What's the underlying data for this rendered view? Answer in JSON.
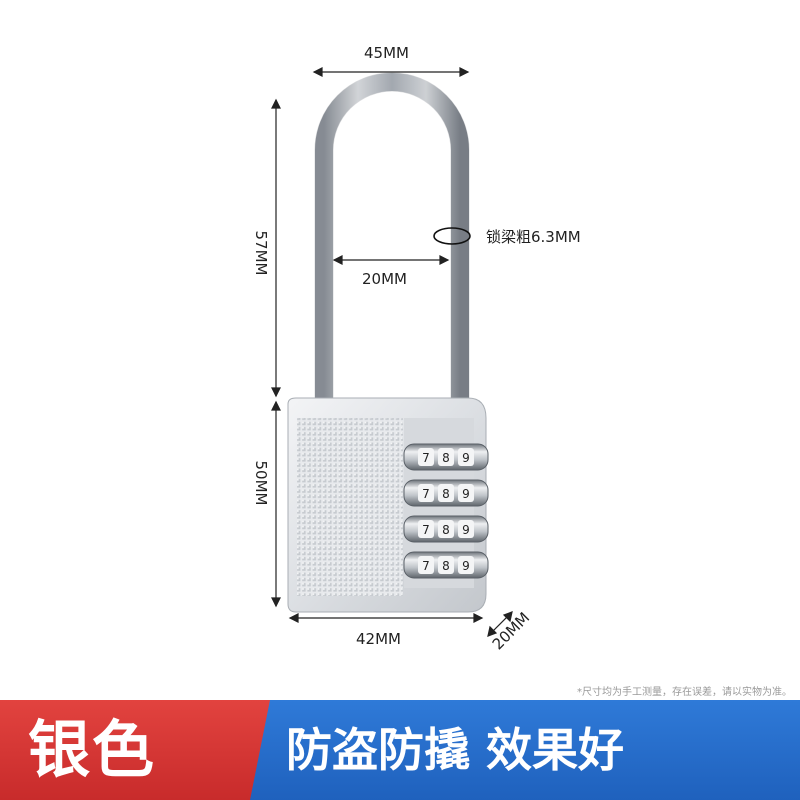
{
  "dimensions": {
    "shackle_outer_width": "45MM",
    "shackle_height": "57MM",
    "shackle_inner_width": "20MM",
    "shackle_thickness": "锁梁粗6.3MM",
    "body_height": "50MM",
    "body_width": "42MM",
    "body_depth": "20MM"
  },
  "dials": [
    {
      "digits": [
        "7",
        "8",
        "9"
      ]
    },
    {
      "digits": [
        "7",
        "8",
        "9"
      ]
    },
    {
      "digits": [
        "7",
        "8",
        "9"
      ]
    },
    {
      "digits": [
        "7",
        "8",
        "9"
      ]
    }
  ],
  "note": "*尺寸均为手工测量，存在误差，请以实物为准。",
  "banner": {
    "color_label": "银色",
    "slogan": "防盗防撬 效果好",
    "colors": {
      "red": "#d63535",
      "blue": "#2a6fcf"
    }
  },
  "product_color": "silver"
}
